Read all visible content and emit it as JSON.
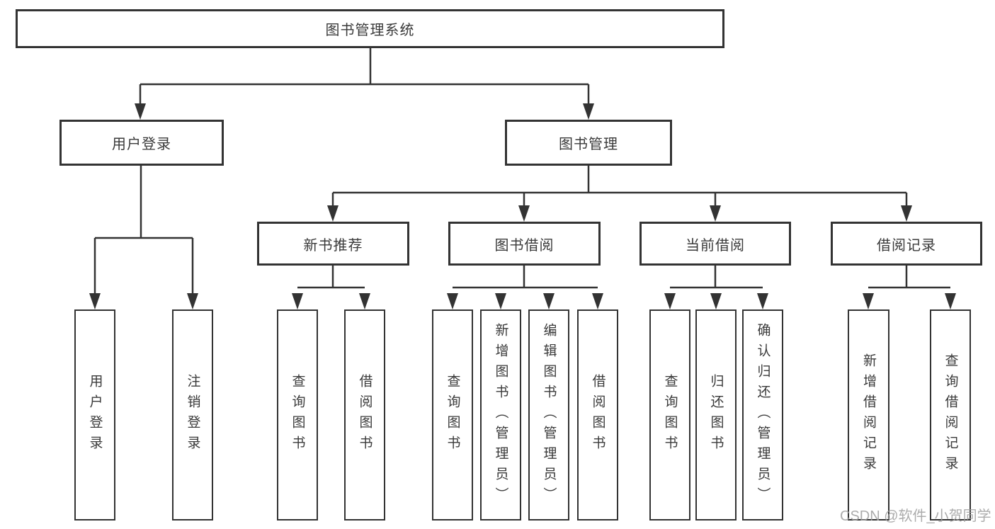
{
  "tree": {
    "root": "图书管理系统",
    "branches": [
      {
        "label": "用户登录",
        "leaves": [
          "用户登录",
          "注销登录"
        ]
      },
      {
        "label": "图书管理",
        "sections": [
          {
            "label": "新书推荐",
            "leaves": [
              "查询图书",
              "借阅图书"
            ]
          },
          {
            "label": "图书借阅",
            "leaves": [
              "查询图书",
              "新增图书（管理员）",
              "编辑图书（管理员）",
              "借阅图书"
            ]
          },
          {
            "label": "当前借阅",
            "leaves": [
              "查询图书",
              "归还图书",
              "确认归还（管理员）"
            ]
          },
          {
            "label": "借阅记录",
            "leaves": [
              "新增借阅记录",
              "查询借阅记录"
            ]
          }
        ]
      }
    ]
  },
  "watermark": {
    "text": "CSDN @软件_小贺同学"
  },
  "colors": {
    "line": "#333333",
    "text": "#3a3a3a",
    "background": "#ffffff",
    "watermark": "#9e9e9e"
  }
}
